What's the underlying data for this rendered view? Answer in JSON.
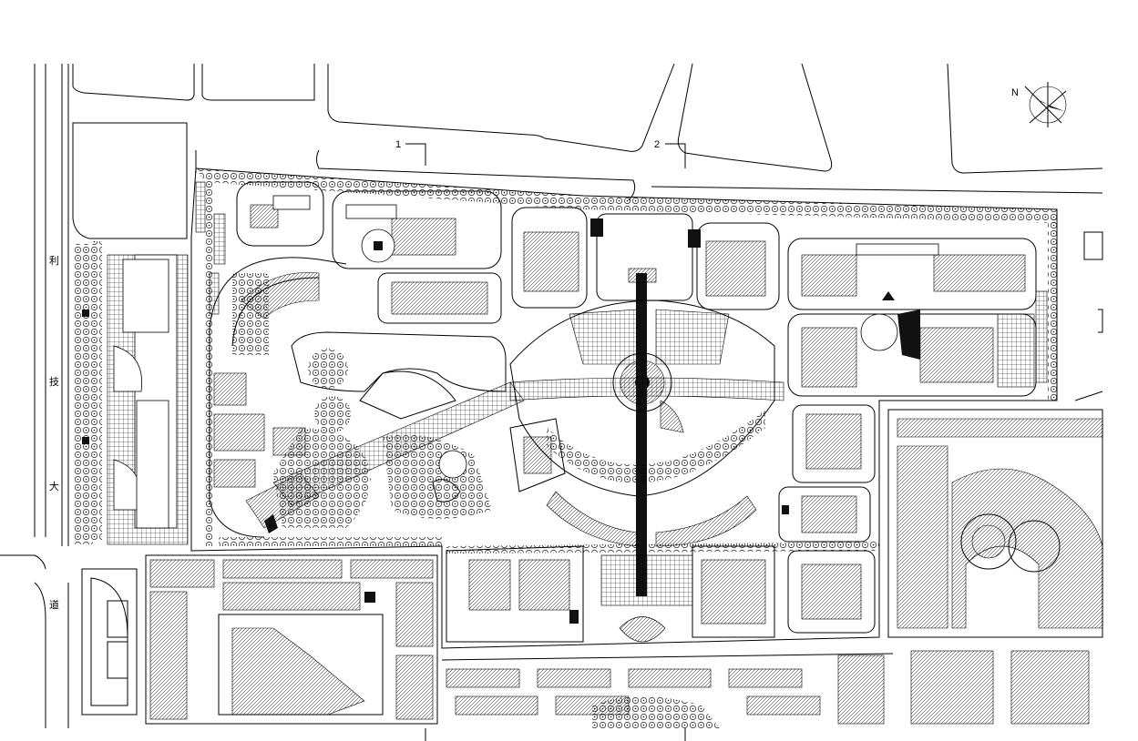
{
  "map": {
    "north_label": "N",
    "section_marks": [
      "1",
      "2"
    ],
    "road_chars": [
      "利",
      "技",
      "大",
      "道"
    ]
  }
}
